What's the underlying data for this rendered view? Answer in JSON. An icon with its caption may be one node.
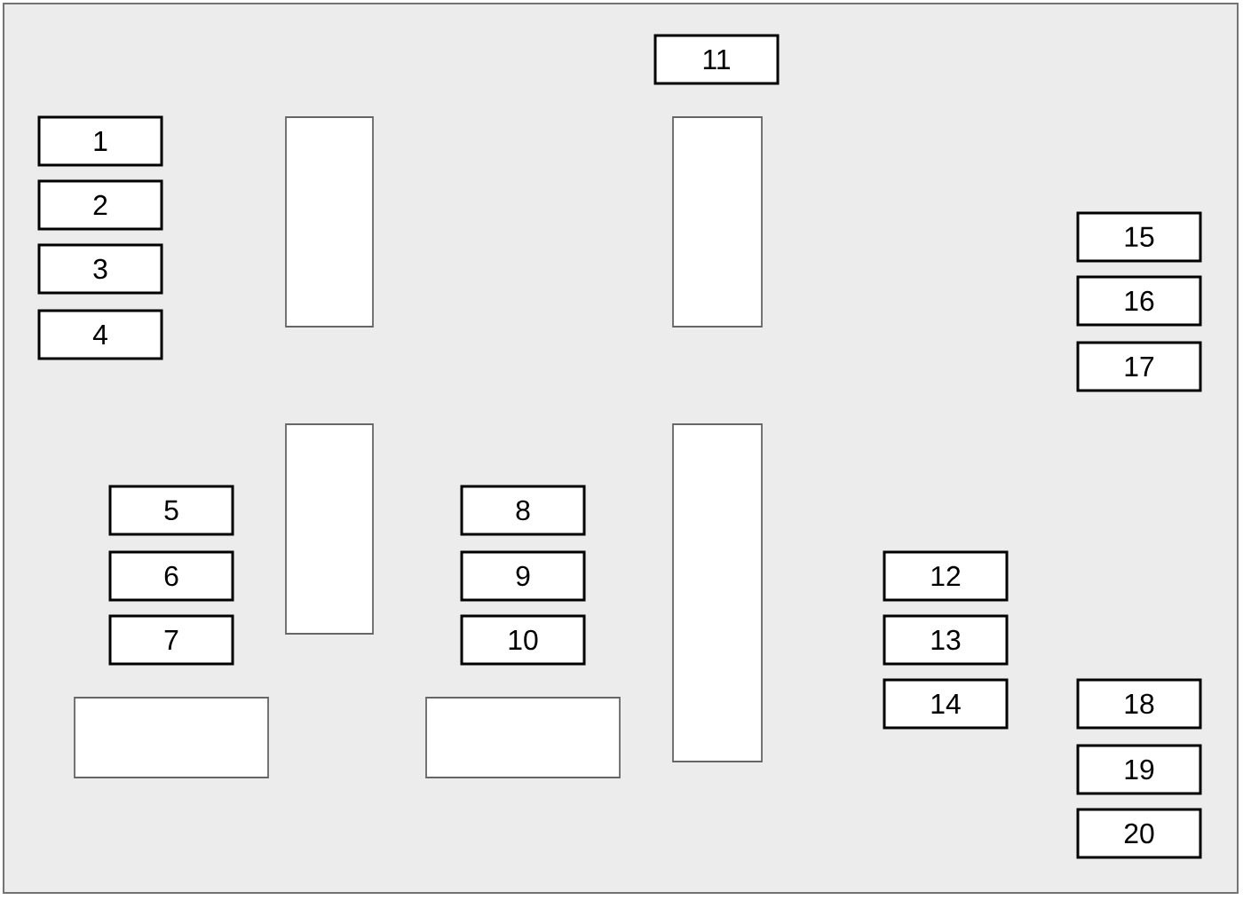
{
  "diagram": {
    "nodes": [
      {
        "text": [],
        "shape": "box"
      },
      {
        "text": [
          "1"
        ],
        "in": 0
      },
      {
        "text": [
          "2"
        ],
        "in": 0
      },
      {
        "text": [
          "3"
        ],
        "in": 0
      },
      {
        "text": [
          "4"
        ],
        "in": 0
      },
      {
        "text": [
          "5"
        ],
        "in": 0
      },
      {
        "text": [
          "6"
        ],
        "in": 0
      },
      {
        "text": [
          "7"
        ],
        "in": 0
      },
      {
        "text": [
          "8"
        ],
        "in": 0
      },
      {
        "text": [
          "9"
        ],
        "in": 0
      },
      {
        "text": [
          "10"
        ],
        "in": 0
      },
      {
        "text": [
          "11"
        ],
        "in": 0
      },
      {
        "text": [
          "12"
        ],
        "in": 0
      },
      {
        "text": [
          "13"
        ],
        "in": 0
      },
      {
        "text": [
          "14"
        ],
        "in": 0
      },
      {
        "text": [
          "15"
        ],
        "in": 0
      },
      {
        "text": [
          "16"
        ],
        "in": 0
      },
      {
        "text": [
          "17"
        ],
        "in": 0
      },
      {
        "text": [
          "18"
        ],
        "in": 0
      },
      {
        "text": [
          "19"
        ],
        "in": 0
      },
      {
        "text": [
          "20"
        ],
        "in": 0
      },
      {
        "text": [],
        "shape": "box",
        "in": 0
      },
      {
        "text": [],
        "shape": "box",
        "in": 0
      },
      {
        "text": [],
        "shape": "box",
        "in": 0
      },
      {
        "text": [],
        "shape": "box",
        "in": 0
      },
      {
        "text": [],
        "shape": "box",
        "in": 0
      },
      {
        "text": [],
        "shape": "box",
        "in": 0
      }
    ]
  }
}
